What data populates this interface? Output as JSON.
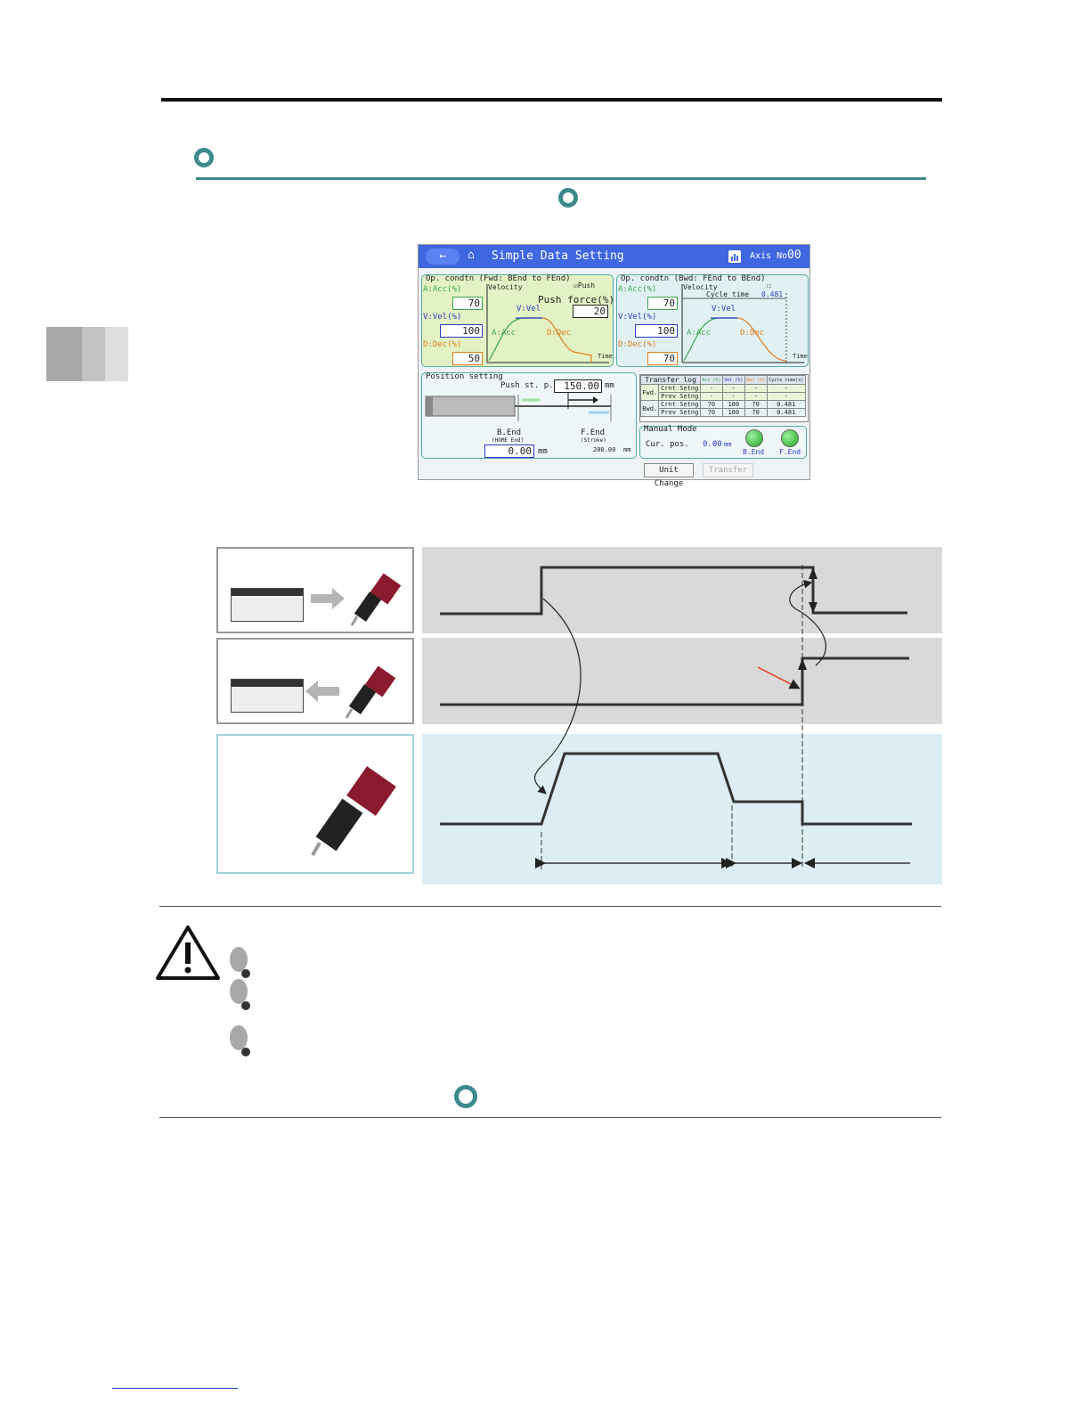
{
  "hmi": {
    "title": "Simple Data Setting",
    "axis_label": "Axis No.",
    "axis_no": "00",
    "back_icon": "←",
    "home_icon": "⌂",
    "fwd": {
      "header": "Op. condtn (Fwd: BEnd to FEnd)",
      "push_label": "Push",
      "velocity": "Velocity",
      "acc_label": "A:Acc(%)",
      "acc_value": "70",
      "vel_label": "V:Vel(%)",
      "vel_value": "100",
      "dec_label": "D:Dec(%)",
      "dec_value": "50",
      "push_force_label": "Push force(%)",
      "push_force_value": "20",
      "curve_v": "V:Vel",
      "curve_a": "A:Acc",
      "curve_d": "D:Dec",
      "time": "Time"
    },
    "bwd": {
      "header": "Op. condtn (Bwd: FEnd to BEnd)",
      "velocity": "Velocity",
      "cycle_label": "Cycle time",
      "cycle_value": "0.481",
      "acc_label": "A:Acc(%)",
      "acc_value": "70",
      "vel_label": "V:Vel(%)",
      "vel_value": "100",
      "dec_label": "D:Dec(%)",
      "dec_value": "70",
      "curve_v": "V:Vel",
      "curve_a": "A:Acc",
      "curve_d": "D:Dec",
      "time": "Time"
    },
    "position": {
      "header": "Position setting",
      "push_st_label": "Push st. p.",
      "push_st_value": "150.00",
      "push_st_unit": "mm",
      "bend_label": "B.End",
      "bend_sub": "(HOME End)",
      "bend_value": "0.00",
      "bend_unit": "mm",
      "fend_label": "F.End",
      "fend_sub": "(Stroke)",
      "fend_value": "200.00",
      "fend_unit": "mm"
    },
    "log": {
      "title": "Transfer log",
      "cols": [
        "Acc (%)",
        "Vel (%)",
        "Dec (%)",
        "Cycle time(s)"
      ],
      "fwd_label": "Fwd.",
      "bwd_label": "Bwd.",
      "crnt": "Crnt Setng",
      "prev": "Prev Setng",
      "fwd_crnt": [
        "-",
        "-",
        "-",
        "-"
      ],
      "fwd_prev": [
        "-",
        "-",
        "-",
        "-"
      ],
      "bwd_crnt": [
        "70",
        "100",
        "70",
        "0.481"
      ],
      "bwd_prev": [
        "70",
        "100",
        "70",
        "0.481"
      ]
    },
    "manual": {
      "header": "Manual Mode",
      "cur_pos_label": "Cur. pos.",
      "cur_pos_value": "0.00",
      "cur_pos_unit": "mm",
      "bend": "B.End",
      "fend": "F.End"
    },
    "unit_change": "Unit Change",
    "transfer": "Transfer"
  }
}
